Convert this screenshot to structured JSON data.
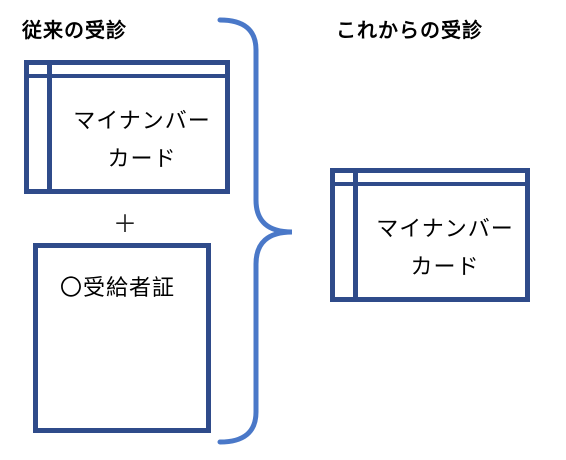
{
  "left": {
    "heading": "従来の受診",
    "card": {
      "line1": "マイナンバー",
      "line2": "カード"
    },
    "plus": "＋",
    "certificate": {
      "label": "〇受給者証"
    }
  },
  "right": {
    "heading": "これからの受診",
    "card": {
      "line1": "マイナンバー",
      "line2": "カード"
    }
  },
  "colors": {
    "frame": "#2f4b8a",
    "brace": "#4a78c8"
  }
}
